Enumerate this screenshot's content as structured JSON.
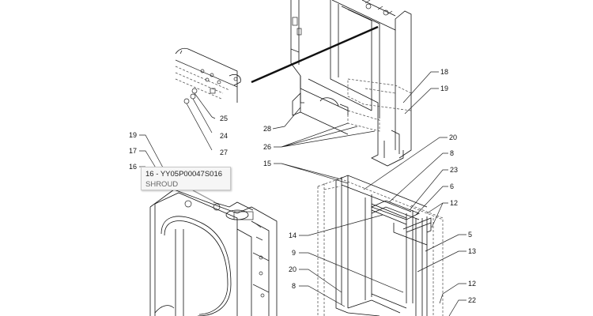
{
  "callouts": {
    "c28": "28",
    "c26": "26",
    "c15": "15",
    "c25": "25",
    "c24": "24",
    "c27": "27",
    "c18": "18",
    "c19a": "19",
    "c20a": "20",
    "c8a": "8",
    "c23": "23",
    "c6": "6",
    "c12a": "12",
    "c5": "5",
    "c13": "13",
    "c12b": "12",
    "c22": "22",
    "c14": "14",
    "c9": "9",
    "c20b": "20",
    "c8b": "8",
    "c19b": "19",
    "c17": "17",
    "c16": "16"
  },
  "tooltip": {
    "part_code": "16 - YY05P00047S016",
    "part_name": "SHROUD"
  }
}
